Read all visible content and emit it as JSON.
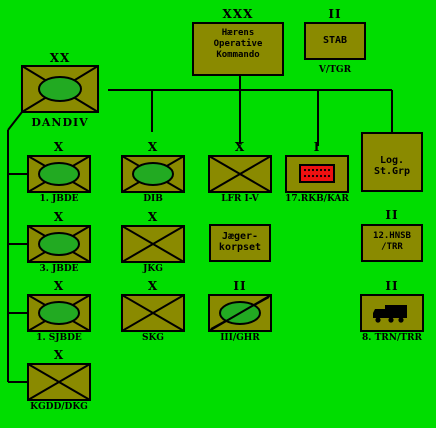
{
  "colors": {
    "background": "#00dd00",
    "unit_fill": "#8a8a00",
    "oval_fill": "#22aa22",
    "kkb_fill": "#ee1111",
    "line": "#000000"
  },
  "hq": {
    "echelon": "XXX",
    "lines": [
      "Hærens",
      "Operative",
      "Kommando"
    ]
  },
  "stab": {
    "echelon": "II",
    "label": "STAB",
    "caption": "V/TGR"
  },
  "division": {
    "echelon": "XX",
    "caption": "DANDIV",
    "icon": "armored-infantry-symbol"
  },
  "left_column": [
    {
      "echelon": "X",
      "caption": "1. JBDE",
      "icon": "armored-infantry-symbol"
    },
    {
      "echelon": "X",
      "caption": "3. JBDE",
      "icon": "armored-infantry-symbol"
    },
    {
      "echelon": "X",
      "caption": "1. SJBDE",
      "icon": "armored-infantry-symbol"
    },
    {
      "echelon": "X",
      "caption": "KGDD/DKG",
      "icon": "infantry-symbol"
    }
  ],
  "second_column": [
    {
      "echelon": "X",
      "caption": "DIB",
      "icon": "armored-infantry-symbol"
    },
    {
      "echelon": "X",
      "caption": "JKG",
      "icon": "infantry-symbol"
    },
    {
      "echelon": "X",
      "caption": "SKG",
      "icon": "infantry-symbol"
    }
  ],
  "third_column": {
    "lfr": {
      "echelon": "X",
      "caption": "LFR I-V",
      "icon": "infantry-symbol"
    },
    "jaeger": {
      "lines": [
        "Jæger-",
        "korpset"
      ]
    },
    "ghr": {
      "echelon": "II",
      "caption": "III/GHR",
      "icon": "armored-reconnaissance-symbol"
    }
  },
  "fourth_column": {
    "kkb": {
      "echelon": "I",
      "caption": "17.RKB/KAR",
      "icon": "rocket-launcher-symbol"
    }
  },
  "fifth_column": {
    "log": {
      "lines": [
        "Log.",
        "St.Grp"
      ]
    },
    "hnsb": {
      "echelon": "II",
      "lines": [
        "12.HNSB",
        "/TRR"
      ]
    },
    "trn": {
      "echelon": "II",
      "caption": "8. TRN/TRR",
      "icon": "truck-icon"
    }
  }
}
